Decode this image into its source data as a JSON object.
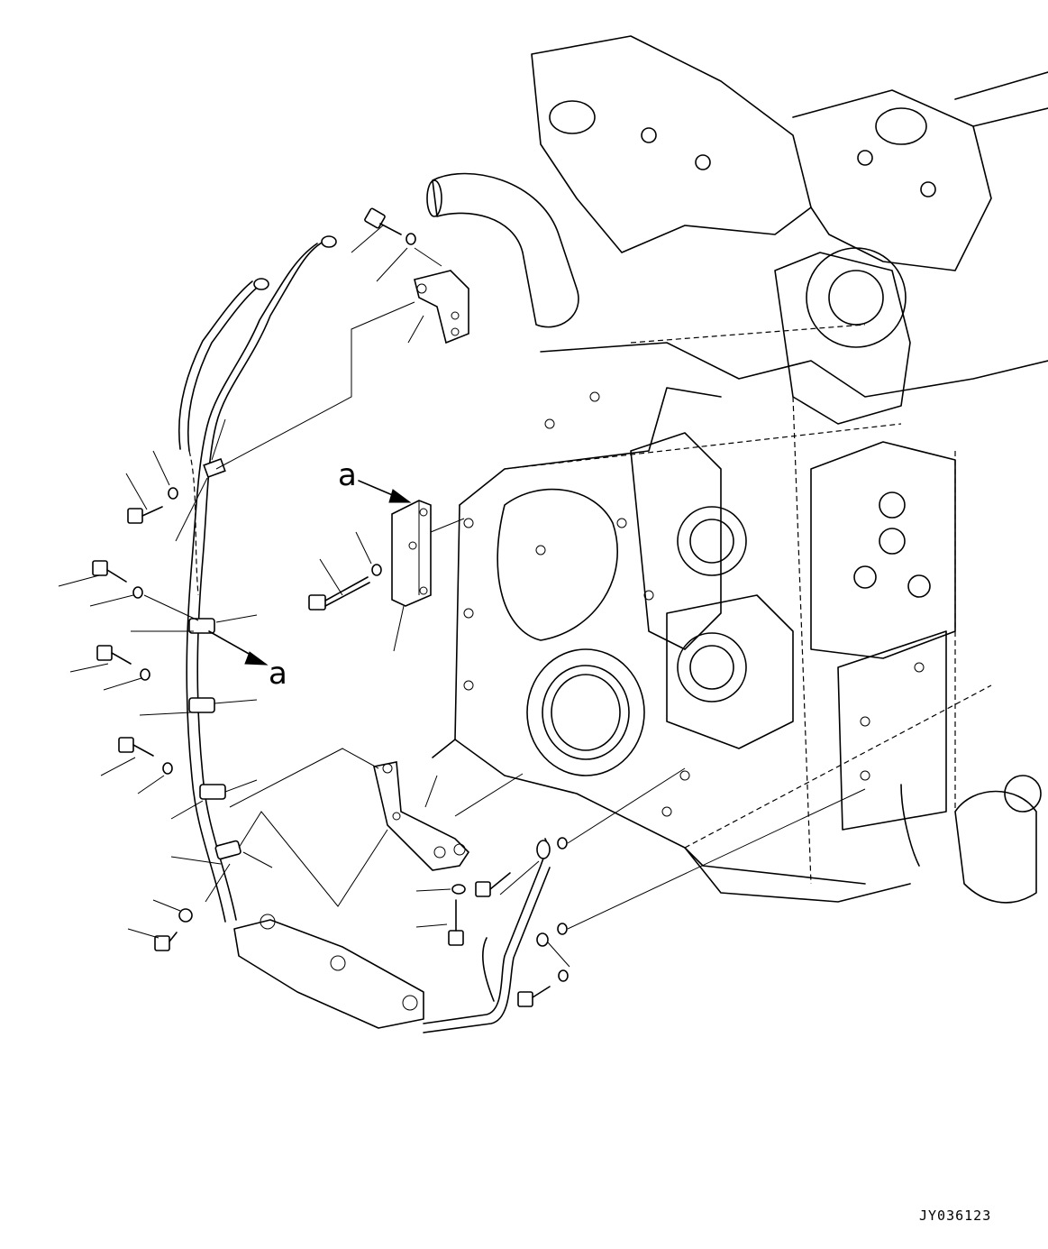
{
  "diagram": {
    "view_label_top": "a",
    "view_label_bottom": "a",
    "drawing_code": "JY036123"
  }
}
